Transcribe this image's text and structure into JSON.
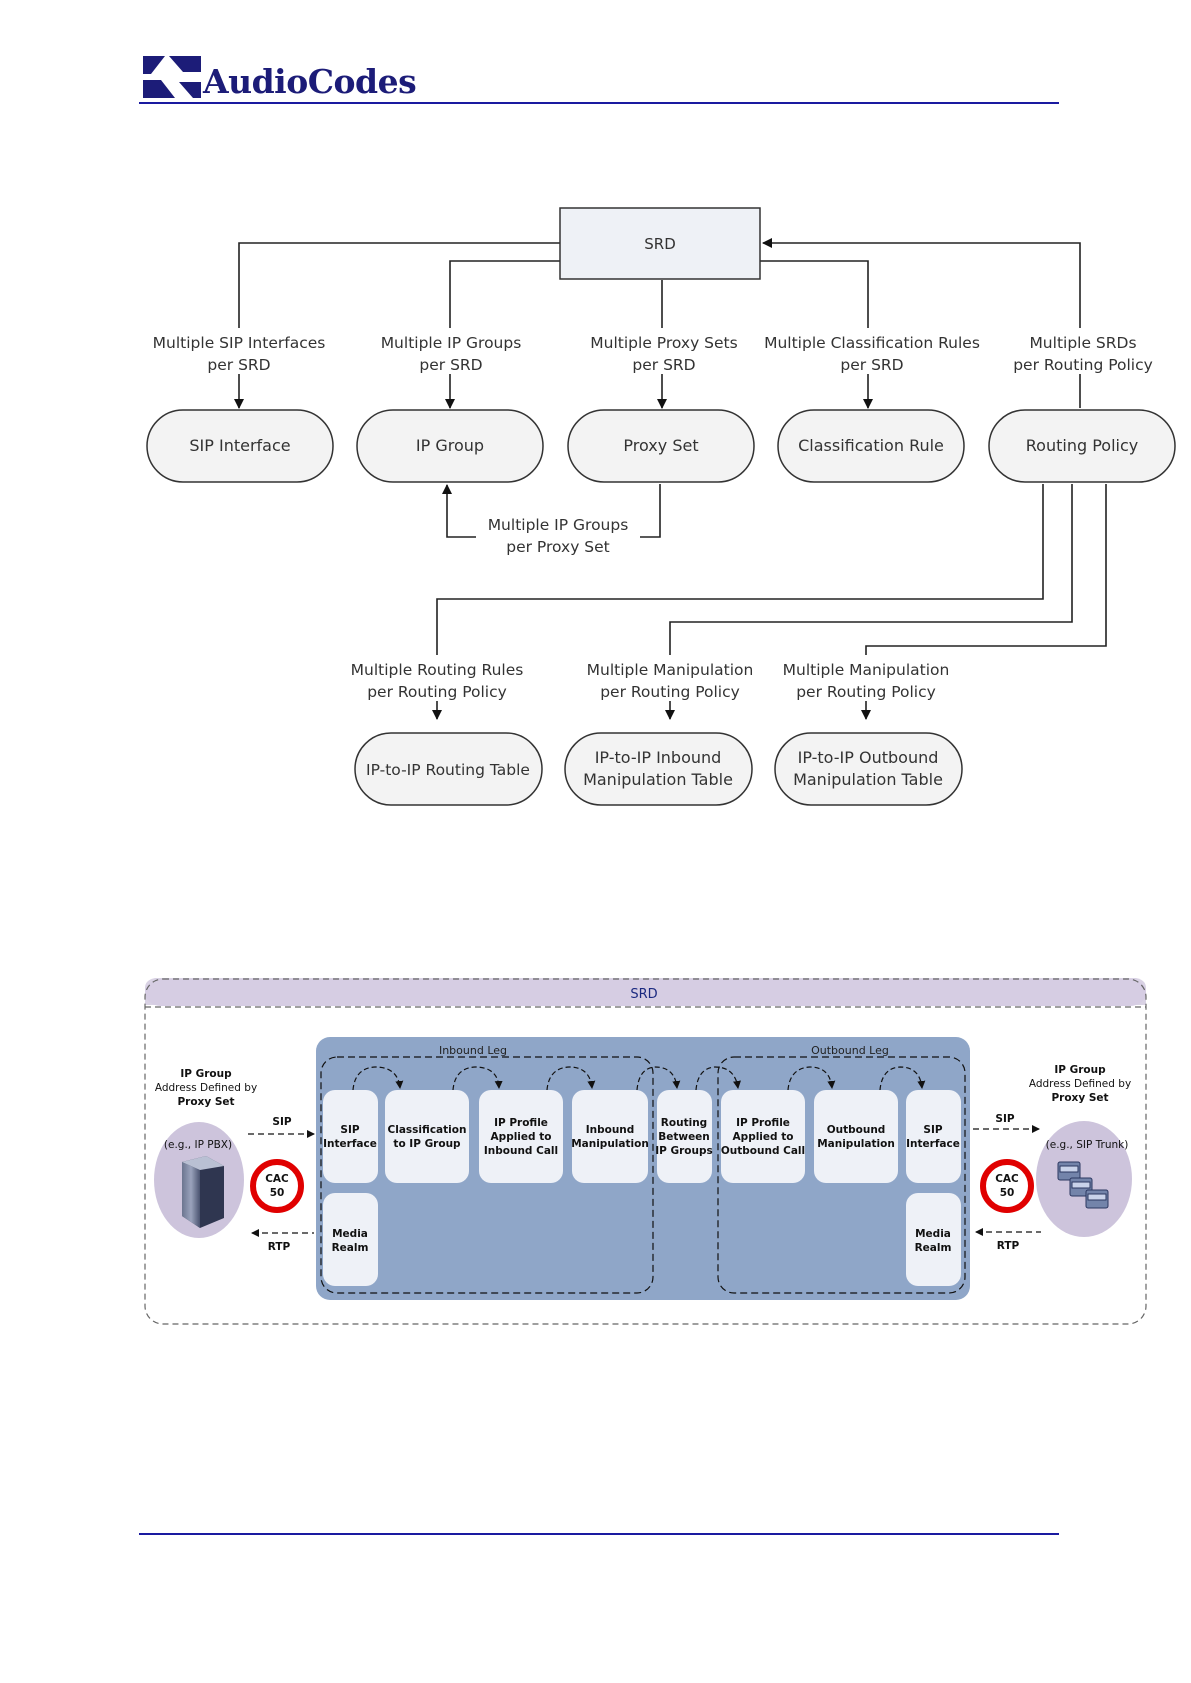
{
  "header": {
    "brand": "AudioCodes"
  },
  "diagram1": {
    "srd": "SRD",
    "labels": {
      "sip_if": [
        "Multiple SIP Interfaces",
        "per SRD"
      ],
      "ip_groups": [
        "Multiple IP Groups",
        "per SRD"
      ],
      "proxy_sets": [
        "Multiple Proxy Sets",
        "per SRD"
      ],
      "class_rules": [
        "Multiple Classification Rules",
        "per SRD"
      ],
      "srds": [
        "Multiple SRDs",
        "per Routing Policy"
      ],
      "ipg_proxy": [
        "Multiple IP Groups",
        "per Proxy Set"
      ],
      "routing_rules": [
        "Multiple Routing Rules",
        "per Routing Policy"
      ],
      "manip_in": [
        "Multiple Manipulation",
        "per Routing Policy"
      ],
      "manip_out": [
        "Multiple Manipulation",
        "per Routing Policy"
      ]
    },
    "nodes": {
      "sip_interface": "SIP Interface",
      "ip_group": "IP Group",
      "proxy_set": "Proxy Set",
      "classification_rule": "Classification Rule",
      "routing_policy": "Routing Policy",
      "routing_table": "IP-to-IP Routing Table",
      "inbound_manip": [
        "IP-to-IP Inbound",
        "Manipulation Table"
      ],
      "outbound_manip": [
        "IP-to-IP Outbound",
        "Manipulation Table"
      ]
    }
  },
  "diagram2": {
    "srd": "SRD",
    "inbound_leg": "Inbound Leg",
    "outbound_leg": "Outbound Leg",
    "left_group": [
      "IP Group",
      "Address Defined by",
      "Proxy Set"
    ],
    "left_device": "(e.g., IP PBX)",
    "right_group": [
      "IP Group",
      "Address Defined by",
      "Proxy Set"
    ],
    "right_device": "(e.g., SIP Trunk)",
    "sip": "SIP",
    "rtp": "RTP",
    "cac": [
      "CAC",
      "50"
    ],
    "blocks": {
      "sip_if_in": [
        "SIP",
        "Interface"
      ],
      "classification": [
        "Classification",
        "to IP Group"
      ],
      "ip_profile_in": [
        "IP Profile",
        "Applied to",
        "Inbound Call"
      ],
      "inbound_manip": [
        "Inbound",
        "Manipulation"
      ],
      "routing": [
        "Routing",
        "Between",
        "IP Groups"
      ],
      "ip_profile_out": [
        "IP Profile",
        "Applied to",
        "Outbound Call"
      ],
      "outbound_manip": [
        "Outbound",
        "Manipulation"
      ],
      "sip_if_out": [
        "SIP",
        "Interface"
      ],
      "media_in": [
        "Media",
        "Realm"
      ],
      "media_out": [
        "Media",
        "Realm"
      ]
    }
  }
}
